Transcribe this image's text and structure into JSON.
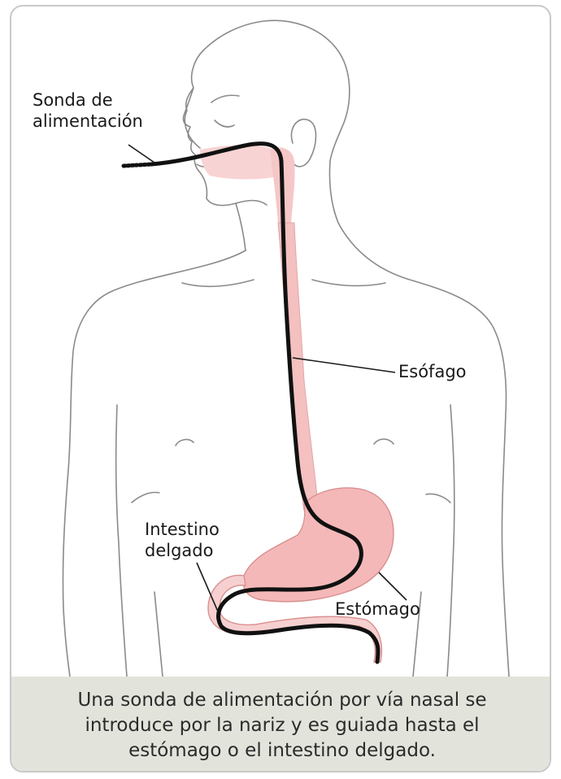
{
  "labels": {
    "tube": "Sonda de\nalimentación",
    "esophagus": "Esófago",
    "intestine": "Intestino\ndelgado",
    "stomach": "Estómago"
  },
  "caption": "Una sonda de alimentación por vía nasal se introduce por la nariz y es guiada hasta el estómago o el intestino delgado.",
  "colors": {
    "outline": "#8a8a8a",
    "organ_fill": "#f4b8b8",
    "organ_edge": "#d98f8f",
    "tube": "#111111",
    "caption_bg": "#e2e4dc"
  }
}
